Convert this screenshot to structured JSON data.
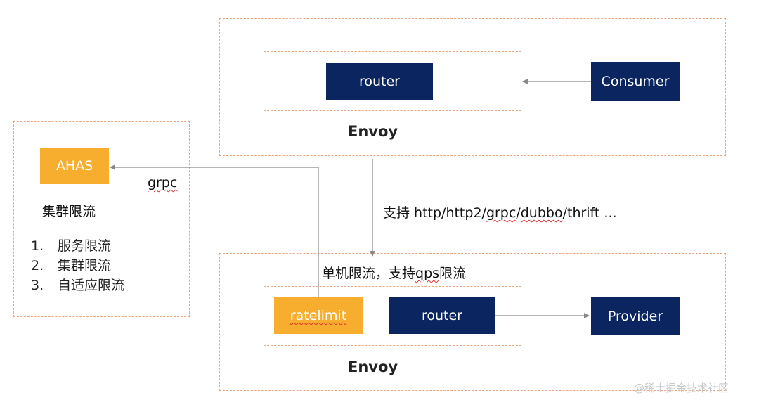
{
  "top_envoy": {
    "label": "Envoy",
    "router_label": "router",
    "consumer_label": "Consumer"
  },
  "ahas_panel": {
    "ahas_label": "AHAS",
    "title": "集群限流",
    "items": [
      {
        "num": "1.",
        "text": "服务限流"
      },
      {
        "num": "2.",
        "text": "集群限流"
      },
      {
        "num": "3.",
        "text": "自适应限流"
      }
    ]
  },
  "connector": {
    "grpc_label": "grpc",
    "support_prefix": "支持 http/http2/",
    "support_squiggled": "grpc",
    "support_mid": "/",
    "support_squiggled2": "dubbo",
    "support_suffix": "/thrift ..."
  },
  "bottom_envoy": {
    "label": "Envoy",
    "note_prefix": "单机限流，支持",
    "note_squiggled": "qps",
    "note_suffix": "限流",
    "ratelimit_label": "ratelimit",
    "router_label": "router",
    "provider_label": "Provider"
  },
  "watermark": "@稀土掘金技术社区",
  "colors": {
    "navy": "#0b2561",
    "orange": "#f7ae2f",
    "dashed_border": "#e8a77e"
  }
}
